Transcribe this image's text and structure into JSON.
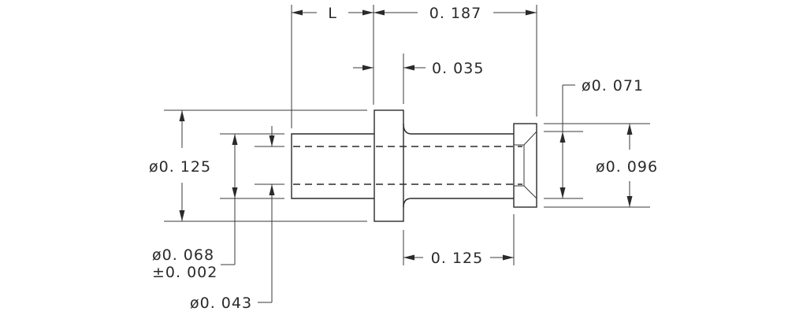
{
  "dimensions": {
    "length_l": "L",
    "overall_length": "0. 187",
    "flange_thickness": "0. 035",
    "outer_diameter": "ø0. 125",
    "bore_diameter": "ø0. 068",
    "bore_tolerance": "±0. 002",
    "pin_diameter": "ø0. 043",
    "tail_length": "0. 125",
    "chamfer_diameter": "ø0. 071",
    "head_diameter": "ø0. 096"
  }
}
